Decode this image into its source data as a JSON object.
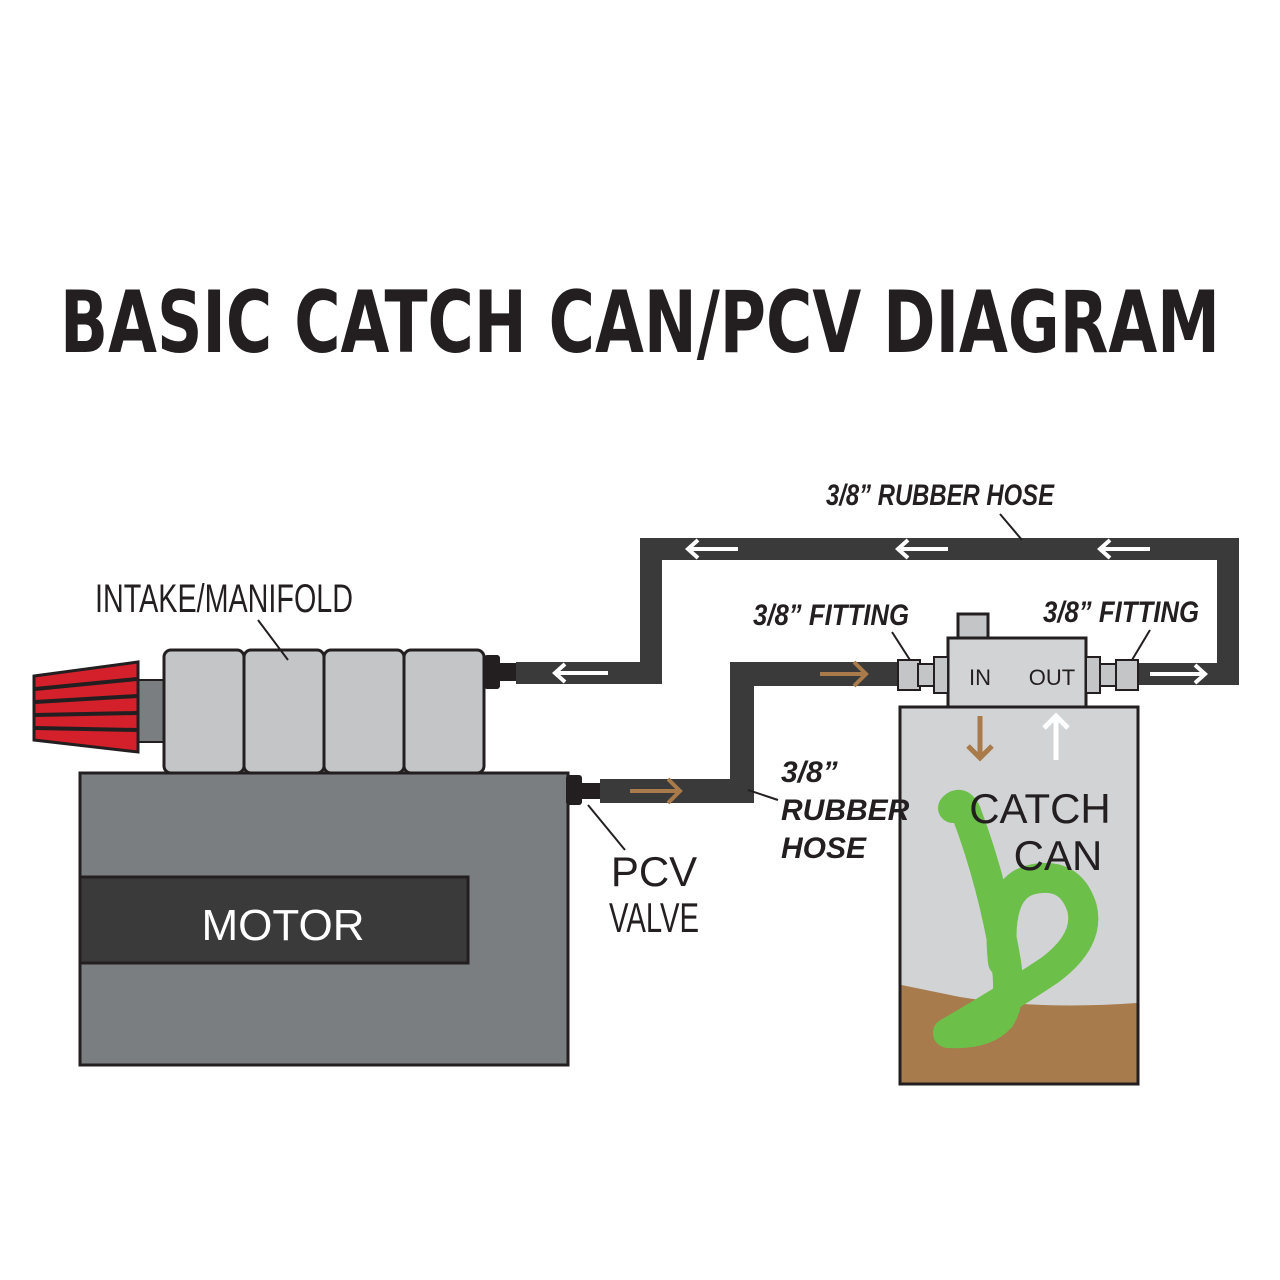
{
  "title": "BASIC CATCH CAN/PCV DIAGRAM",
  "labels": {
    "intake": "INTAKE/MANIFOLD",
    "motor": "MOTOR",
    "pcv_line1": "PCV",
    "pcv_line2": "VALVE",
    "top_hose": "3/8” RUBBER HOSE",
    "fitting_left": "3/8” FITTING",
    "fitting_right": "3/8” FITTING",
    "lower_hose_line1": "3/8”",
    "lower_hose_line2": "RUBBER",
    "lower_hose_line3": "HOSE",
    "port_in": "IN",
    "port_out": "OUT",
    "catch_can_line1": "CATCH",
    "catch_can_line2": "CAN"
  },
  "colors": {
    "title": "#231f20",
    "motor_body": "#7b7e80",
    "motor_band": "#3a3a3a",
    "intake_block": "#c3c5c7",
    "hose": "#3a3a3a",
    "flow_to_can": "#a97a4a",
    "flow_to_intake": "#ffffff",
    "filter": "#d4202a",
    "can_body": "#d2d3d5",
    "oil": "#a77b4c",
    "tube": "#6cc04a"
  }
}
